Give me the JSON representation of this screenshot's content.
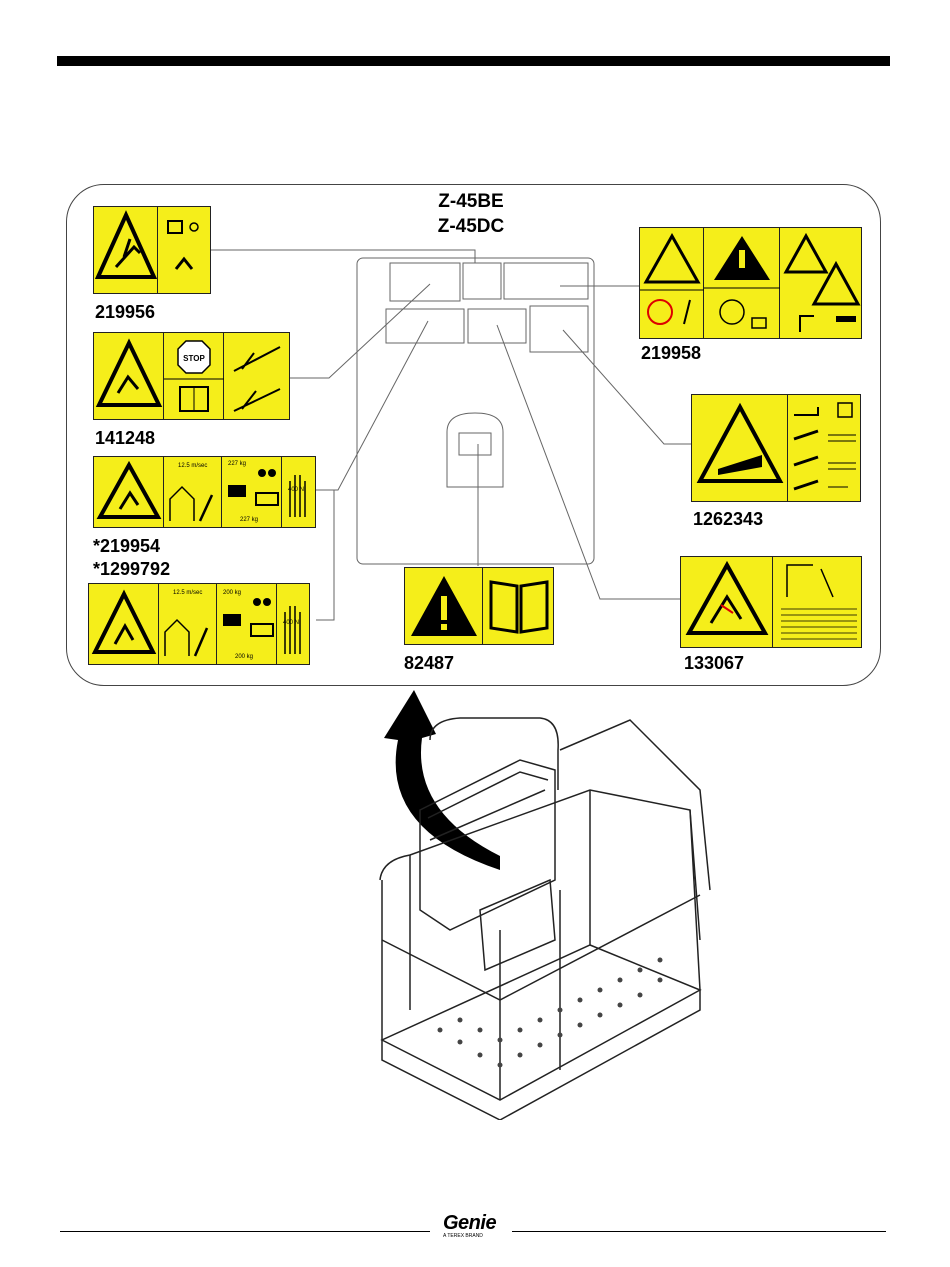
{
  "models": [
    "Z-45BE",
    "Z-45DC"
  ],
  "decals": {
    "d219956": {
      "part": "219956"
    },
    "d141248": {
      "part": "141248",
      "stop": "STOP"
    },
    "d219954": {
      "part": "*219954",
      "speed": "12.5 m/sec",
      "load1": "227 kg",
      "load2": "227 kg",
      "force": "400 N"
    },
    "d1299792": {
      "part": "*1299792",
      "speed": "12.5 m/sec",
      "load1": "200 kg",
      "load2": "200 kg",
      "force": "400 N"
    },
    "d82487": {
      "part": "82487"
    },
    "d219958": {
      "part": "219958"
    },
    "d1262343": {
      "part": "1262343"
    },
    "d133067": {
      "part": "133067"
    }
  },
  "footer": {
    "brand": "Genie",
    "tagline": "A TEREX BRAND"
  }
}
